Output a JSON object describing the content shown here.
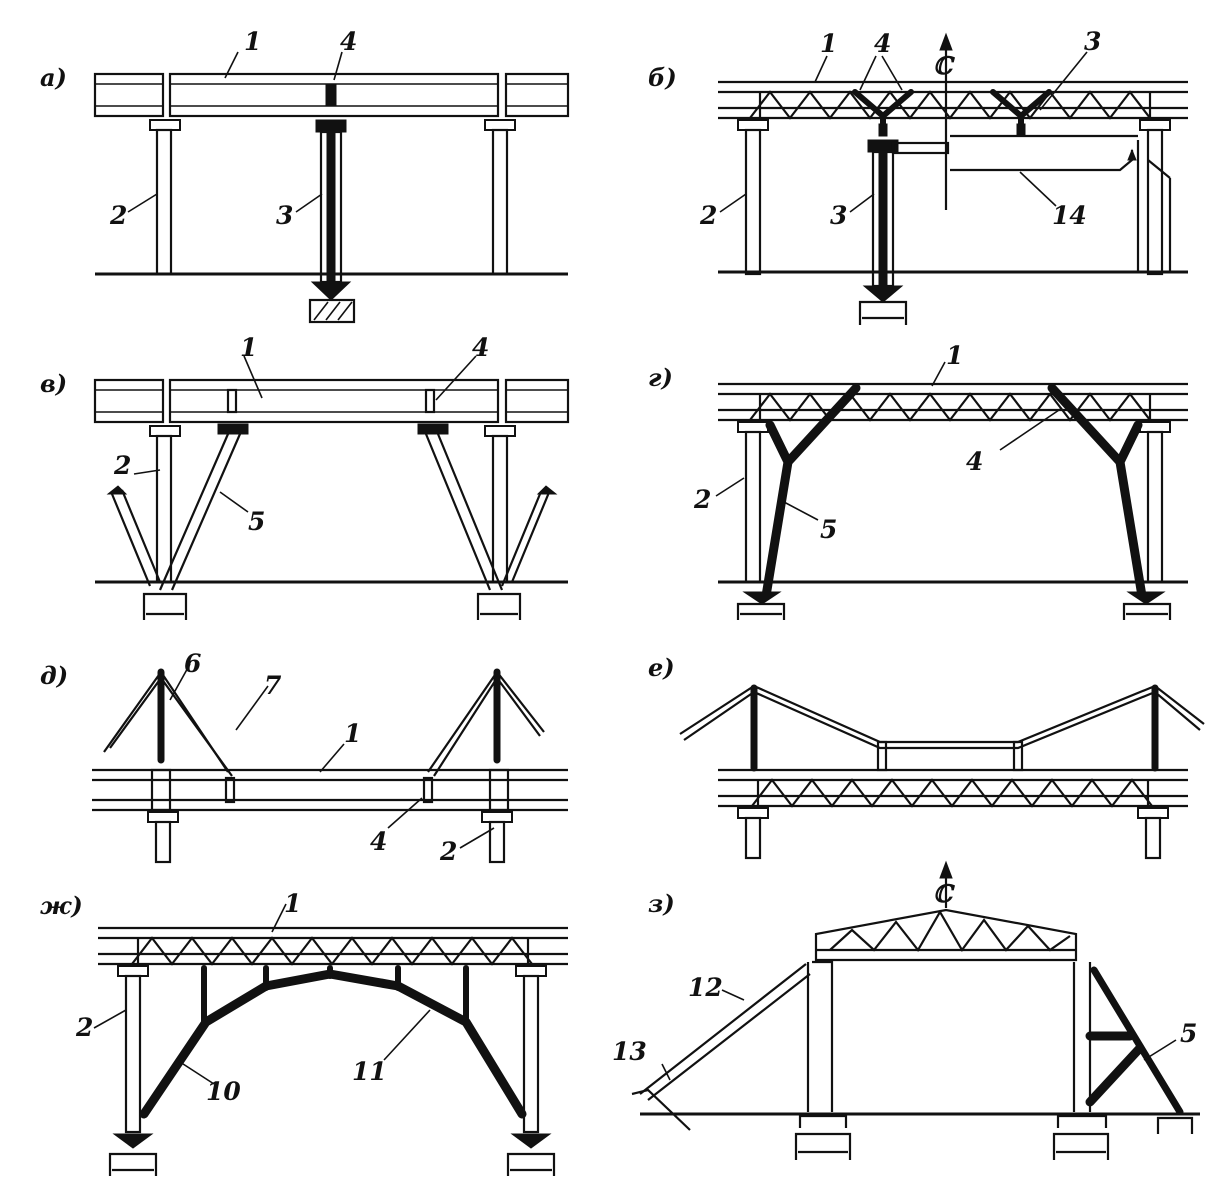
{
  "panels": [
    {
      "id": "a",
      "letter": "а)",
      "labels": [
        "1",
        "4",
        "2",
        "3"
      ]
    },
    {
      "id": "b",
      "letter": "б)",
      "labels": [
        "1",
        "4",
        "3",
        "2",
        "3",
        "14"
      ]
    },
    {
      "id": "v",
      "letter": "в)",
      "labels": [
        "1",
        "4",
        "2",
        "5"
      ]
    },
    {
      "id": "g",
      "letter": "г)",
      "labels": [
        "1",
        "4",
        "2",
        "5"
      ]
    },
    {
      "id": "d",
      "letter": "д)",
      "labels": [
        "6",
        "7",
        "1",
        "4",
        "2"
      ]
    },
    {
      "id": "e",
      "letter": "е)",
      "labels": []
    },
    {
      "id": "zh",
      "letter": "ж)",
      "labels": [
        "1",
        "2",
        "10",
        "11"
      ]
    },
    {
      "id": "z",
      "letter": "з)",
      "labels": [
        "12",
        "13",
        "5"
      ]
    }
  ],
  "axis_symbol": "ℂ"
}
